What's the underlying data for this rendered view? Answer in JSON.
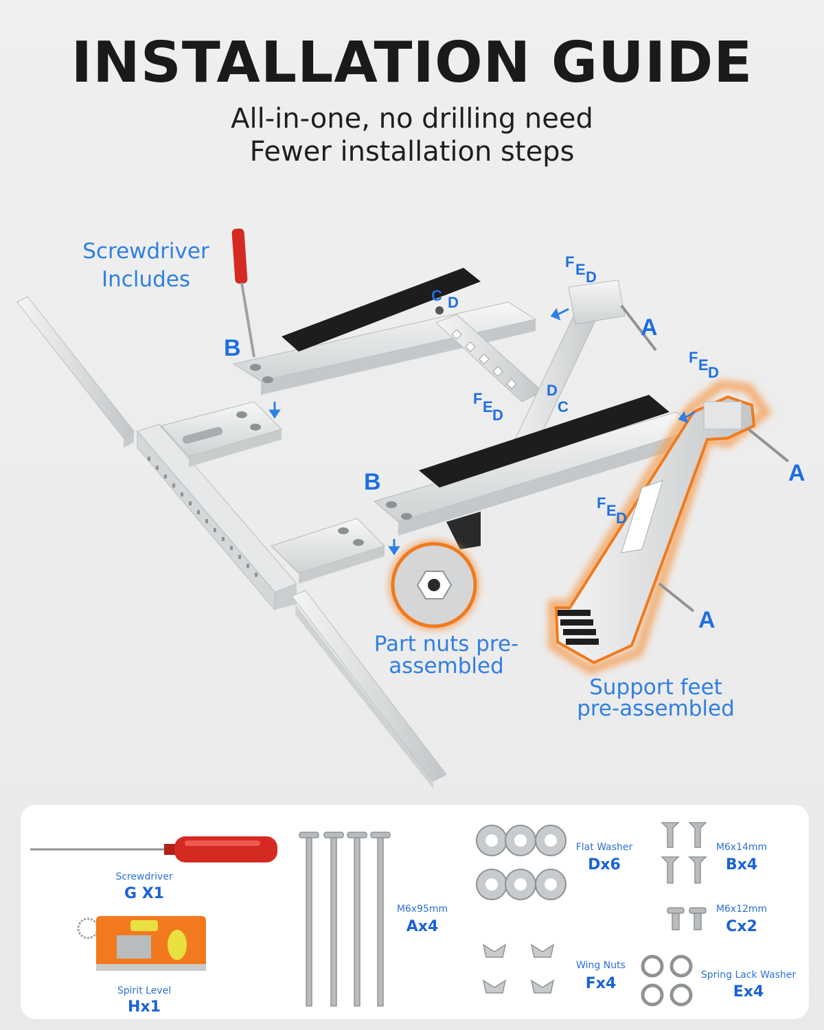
{
  "header": {
    "title": "INSTALLATION GUIDE",
    "subtitle_line1": "All-in-one, no drilling need",
    "subtitle_line2": "Fewer installation steps"
  },
  "callouts": {
    "screwdriver_line1": "Screwdriver",
    "screwdriver_line2": "Includes",
    "nuts_line1": "Part nuts pre-",
    "nuts_line2": "assembled",
    "feet_line1": "Support feet",
    "feet_line2": "pre-assembled"
  },
  "letters": {
    "a": "A",
    "b": "B",
    "c": "C",
    "d": "D",
    "e": "E",
    "f": "F"
  },
  "parts": {
    "screwdriver": {
      "name": "Screwdriver",
      "qty": "G X1"
    },
    "spirit_level": {
      "name": "Spirit Level",
      "qty": "Hx1"
    },
    "bolt": {
      "name": "M6x95mm",
      "qty": "Ax4"
    },
    "flat_washer": {
      "name": "Flat Washer",
      "qty": "Dx6"
    },
    "wing_nut": {
      "name": "Wing Nuts",
      "qty": "Fx4"
    },
    "screw14": {
      "name": "M6x14mm",
      "qty": "Bx4"
    },
    "screw12": {
      "name": "M6x12mm",
      "qty": "Cx2"
    },
    "spring_washer": {
      "name": "Spring Lack Washer",
      "qty": "Ex4"
    }
  },
  "colors": {
    "accent_blue": "#2f7fe2",
    "highlight_orange": "#f07a1c",
    "screwdriver_red": "#d42a22",
    "metal": "#d9dbdc"
  }
}
